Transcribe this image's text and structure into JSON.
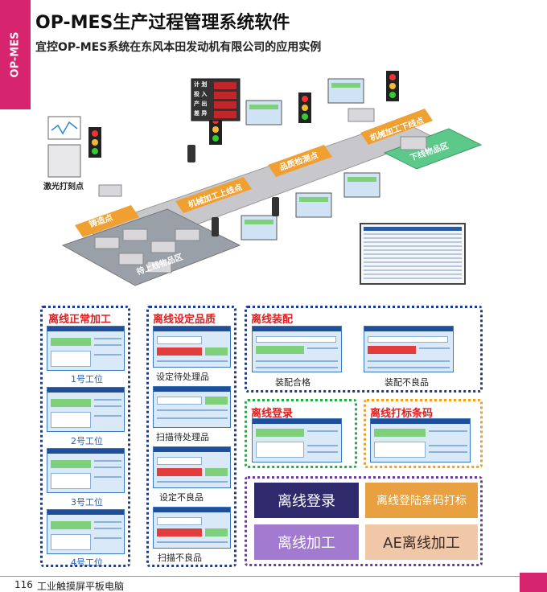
{
  "side_tab": "OP-MES",
  "title": "OP-MES生产过程管理系统软件",
  "subtitle": "宜控OP-MES系统在东风本田发动机有限公司的应用实例",
  "illustration": {
    "labels": {
      "laser": "激光打刻点",
      "casting": "铸造点",
      "machining_online": "机械加工上线点",
      "quality_check": "品质检测点",
      "machining_offline": "机械加工下线点",
      "offline_store": "下线物品区",
      "pending_store": "待上线物品区",
      "counter_plan": "计 划",
      "counter_input": "投 入",
      "counter_output": "产 出",
      "counter_diff": "差 异"
    }
  },
  "groups": {
    "normal": {
      "title": "离线正常加工",
      "captions": [
        "1号工位",
        "2号工位",
        "3号工位",
        "4号工位"
      ]
    },
    "quality": {
      "title": "离线设定品质",
      "captions": [
        "设定待处理品",
        "扫描待处理品",
        "设定不良品",
        "扫描不良品"
      ]
    },
    "assembly": {
      "title": "离线装配",
      "captions": [
        "装配合格",
        "装配不良品"
      ]
    },
    "login": {
      "title": "离线登录"
    },
    "barcode": {
      "title": "离线打标条码"
    }
  },
  "buttons": {
    "offline_login": "离线登录",
    "barcode_print": "离线登陆条码打标",
    "offline_process": "离线加工",
    "ae_process": "AE离线加工"
  },
  "footer": {
    "page_number": "116",
    "text": "工业触摸屏平板电脑"
  },
  "colors": {
    "accent": "#d6246e",
    "btn_navy": "#2e2a6b",
    "btn_orange": "#e8a040",
    "btn_violet": "#a27bd0",
    "btn_peach": "#f0c8a8"
  }
}
